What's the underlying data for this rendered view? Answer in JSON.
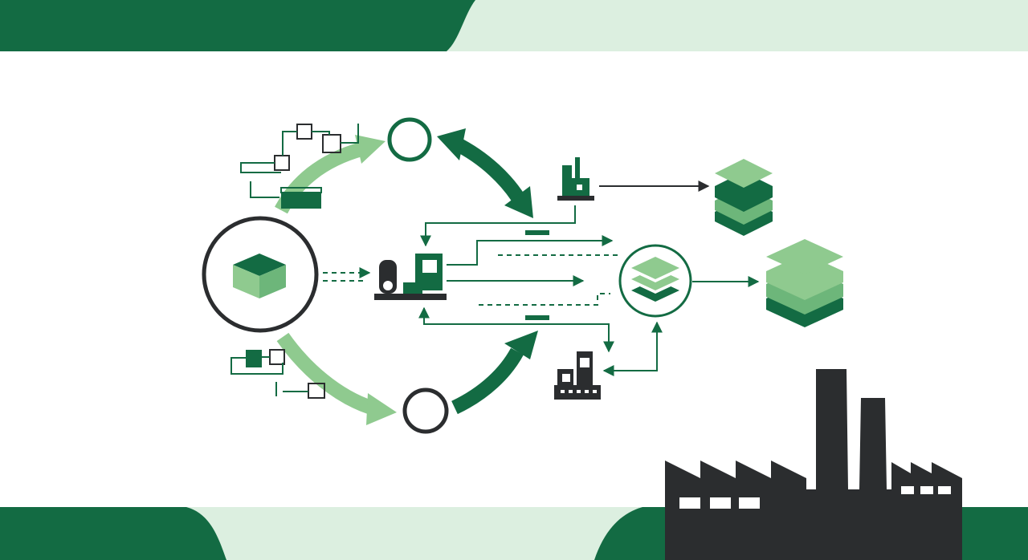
{
  "colors": {
    "dark_green": "#136b43",
    "light_green": "#8fca8f",
    "pale_green": "#dcefe0",
    "charcoal": "#2b2d2f",
    "white": "#ffffff"
  },
  "diagram": {
    "nodes": [
      {
        "id": "input-product-circle",
        "icon": "cube-icon"
      },
      {
        "id": "cycle-node-top",
        "icon": "ring"
      },
      {
        "id": "cycle-node-bottom",
        "icon": "ring"
      },
      {
        "id": "central-processing-plant",
        "icon": "processing-plant-icon"
      },
      {
        "id": "upper-factory",
        "icon": "small-factory-icon"
      },
      {
        "id": "lower-factory",
        "icon": "small-factory-icon"
      },
      {
        "id": "hub-circle",
        "icon": "stacked-layers-icon"
      },
      {
        "id": "output-stack-upper",
        "icon": "stacked-layers-icon"
      },
      {
        "id": "output-stack-right",
        "icon": "stacked-layers-icon"
      }
    ],
    "decorations": [
      "industrial-factory-silhouette",
      "top-banner",
      "bottom-banner"
    ]
  }
}
